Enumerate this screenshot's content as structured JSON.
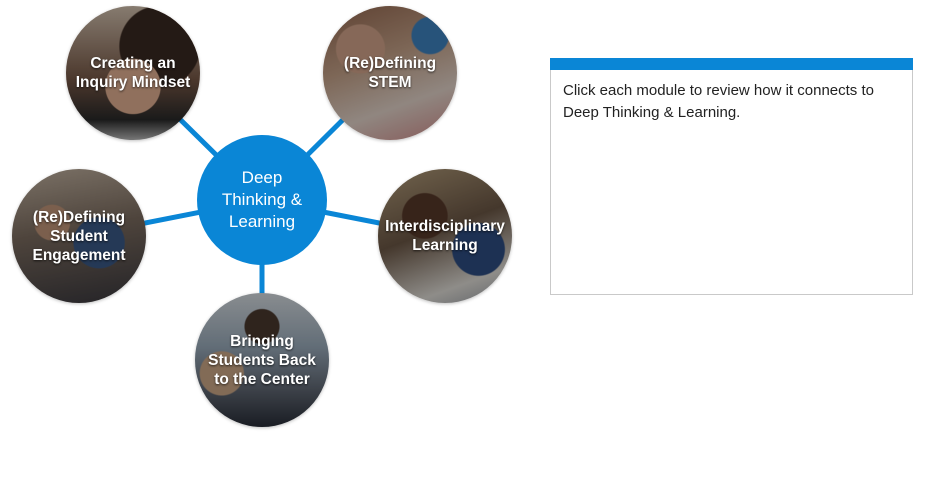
{
  "colors": {
    "accent": "#0a86d6",
    "connector": "#0a86d6",
    "panel_border": "#c9c9c9"
  },
  "hub": {
    "label": "Deep\nThinking &\nLearning"
  },
  "modules": [
    {
      "label": "Creating an\nInquiry Mindset"
    },
    {
      "label": "(Re)Defining\nSTEM"
    },
    {
      "label": "(Re)Defining\nStudent\nEngagement"
    },
    {
      "label": "Interdisciplinary\nLearning"
    },
    {
      "label": "Bringing\nStudents Back\nto the Center"
    }
  ],
  "info_panel": {
    "text": "Click each module to review how it connects to Deep Thinking & Learning."
  }
}
